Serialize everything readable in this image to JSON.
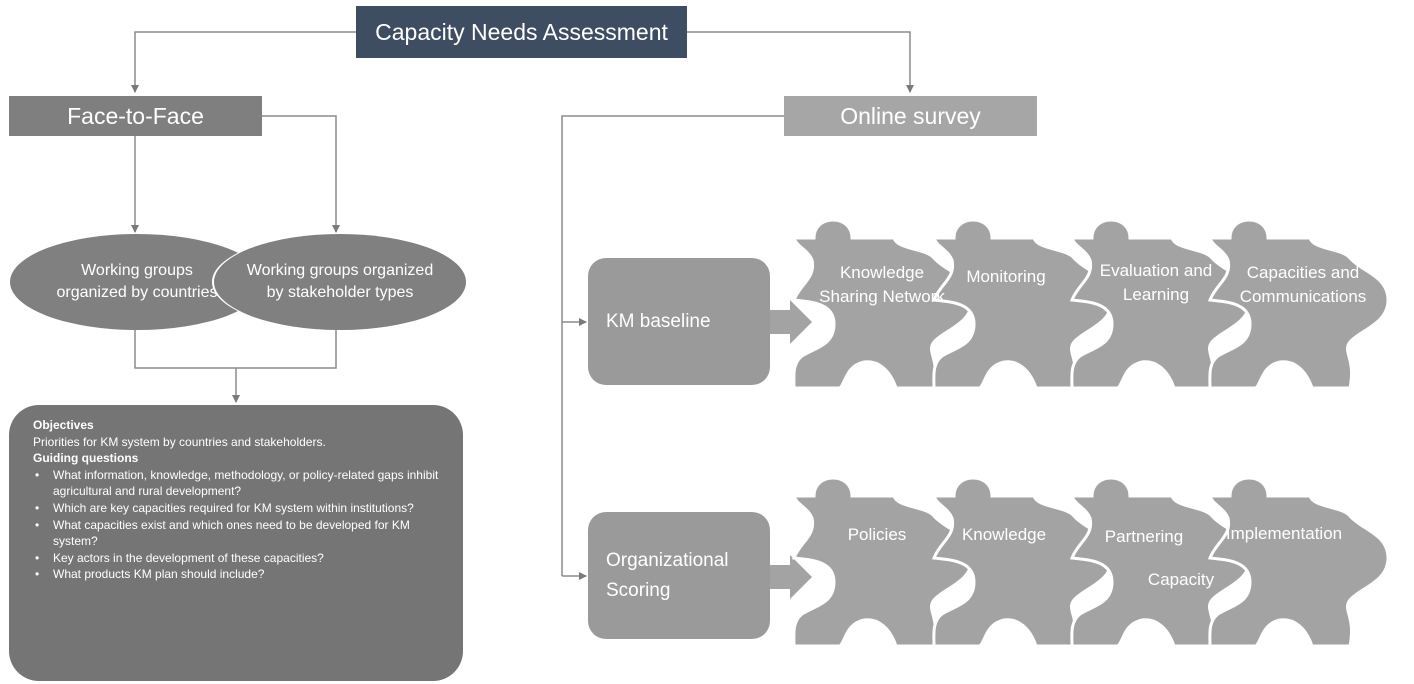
{
  "title": "Capacity Needs Assessment",
  "face_to_face": {
    "label": "Face-to-Face",
    "ellipses": [
      "Working groups organized by countries",
      "Working groups organized by stakeholder types"
    ],
    "objectives_heading": "Objectives",
    "objectives_text": "Priorities for KM system by countries and stakeholders.",
    "questions_heading": "Guiding questions",
    "questions": [
      "What information, knowledge, methodology, or policy-related gaps inhibit agricultural and rural development?",
      "Which are key capacities required for KM system within institutions?",
      "What capacities exist and which ones need to be developed for KM system?",
      "Key actors in the development of these capacities?",
      "What products KM plan should include?"
    ]
  },
  "online_survey": {
    "label": "Online survey",
    "km_baseline": {
      "label": "KM baseline",
      "pieces": [
        "Knowledge Sharing Network",
        "Monitoring",
        "Evaluation and Learning",
        "Capacities and Communications"
      ]
    },
    "organizational_scoring": {
      "label": "Organizational Scoring",
      "pieces": [
        "Policies",
        "Knowledge",
        "Partnering",
        "Implementation",
        "Capacity"
      ]
    }
  },
  "colors": {
    "title_fill": "#3f4d63",
    "dark_gray": "#7f7f7f",
    "light_gray": "#a6a6a6",
    "puzzle": "#a3a3a3",
    "connector": "#8c8c8c"
  }
}
